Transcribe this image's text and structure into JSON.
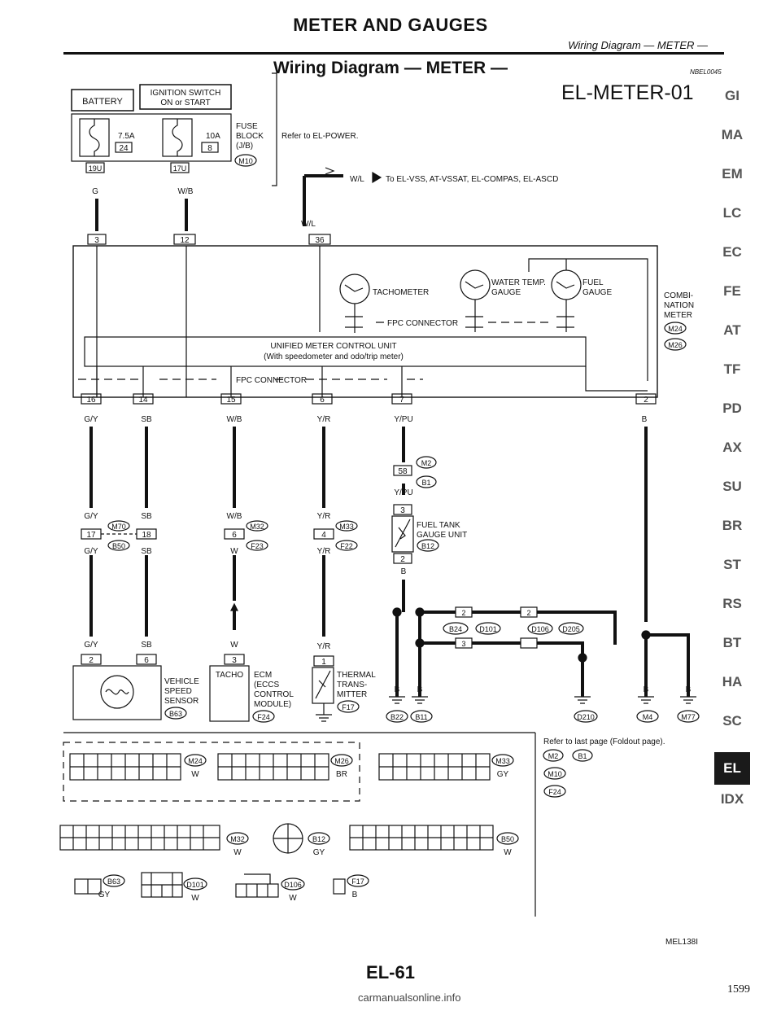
{
  "header": {
    "title": "METER AND GAUGES",
    "subtitle": "Wiring Diagram — METER —"
  },
  "section_title": "Wiring Diagram — METER —",
  "code_small": "NBEL0045",
  "diagram_id": "EL-METER-01",
  "labels": {
    "battery": "BATTERY",
    "ign1": "IGNITION SWITCH",
    "ign2": "ON or START",
    "fuse_75": "7.5A",
    "fuse_10": "10A",
    "fuse_24": "24",
    "fuse_8": "8",
    "fuse_block1": "FUSE",
    "fuse_block2": "BLOCK",
    "fuse_block3": "(J/B)",
    "m10": "M10",
    "refer_power": "Refer to EL-POWER.",
    "c19u": "19U",
    "c17u": "17U",
    "w_g": "G",
    "w_wb": "W/B",
    "wl1": "W/L",
    "to_vss": "To EL-VSS, AT-VSSAT, EL-COMPAS, EL-ASCD",
    "wl2": "W/L",
    "t3": "3",
    "t12": "12",
    "t36": "36",
    "tachometer": "TACHOMETER",
    "water1": "WATER TEMP.",
    "water2": "GAUGE",
    "fuel1": "FUEL",
    "fuel2": "GAUGE",
    "fpc1": "FPC CONNECTOR",
    "combi1": "COMBI-",
    "combi2": "NATION",
    "combi3": "METER",
    "m24": "M24",
    "m26": "M26",
    "unified1": "UNIFIED METER CONTROL UNIT",
    "unified2": "(With speedometer and odo/trip meter)",
    "fpc2": "FPC CONNECTOR",
    "t16": "16",
    "t14": "14",
    "t15": "15",
    "t6": "6",
    "t7": "7",
    "t2": "2",
    "w_gy": "G/Y",
    "w_sb": "SB",
    "w_wb2": "W/B",
    "w_yr": "Y/R",
    "w_ypu": "Y/PU",
    "w_b": "B",
    "m2": "M2",
    "b1": "B1",
    "c58": "58",
    "w_ypu2": "Y/PU",
    "fuel_tank1": "FUEL TANK",
    "fuel_tank2": "GAUGE UNIT",
    "b12": "B12",
    "m70": "M70",
    "b50": "B50",
    "c17": "17",
    "c18": "18",
    "m32": "M32",
    "f23": "F23",
    "m33": "M33",
    "f22": "F22",
    "c6": "6",
    "c4": "4",
    "w_w": "W",
    "b24": "B24",
    "d101": "D101",
    "d106": "D106",
    "d205": "D205",
    "vehicle1": "VEHICLE",
    "vehicle2": "SPEED",
    "vehicle3": "SENSOR",
    "b63": "B63",
    "tacho": "TACHO",
    "ecm1": "ECM",
    "ecm2": "(ECCS",
    "ecm3": "CONTROL",
    "ecm4": "MODULE)",
    "f24": "F24",
    "thermal1": "THERMAL",
    "thermal2": "TRANS-",
    "thermal3": "MITTER",
    "f17": "F17",
    "b22": "B22",
    "b11": "B11",
    "d210": "D210",
    "m4": "M4",
    "m77": "M77",
    "refer_last": "Refer to last page (Foldout page).",
    "conn_m24_color": "W",
    "conn_m26_color": "BR",
    "conn_m33_color": "GY",
    "conn_m32_color": "W",
    "conn_b12_color": "GY",
    "conn_b50_color": "W",
    "conn_b63_color": "GY",
    "conn_d101_color": "W",
    "conn_d106_color": "W",
    "conn_f17_color": "B"
  },
  "ref_code": "MEL138I",
  "page_number": "EL-61",
  "page_corner": "1599",
  "side_tabs": [
    "GI",
    "MA",
    "EM",
    "LC",
    "EC",
    "FE",
    "AT",
    "TF",
    "PD",
    "AX",
    "SU",
    "BR",
    "ST",
    "RS",
    "BT",
    "HA",
    "SC",
    "EL",
    "IDX"
  ],
  "active_tab": "EL",
  "watermark": "carmanualsonline.info"
}
